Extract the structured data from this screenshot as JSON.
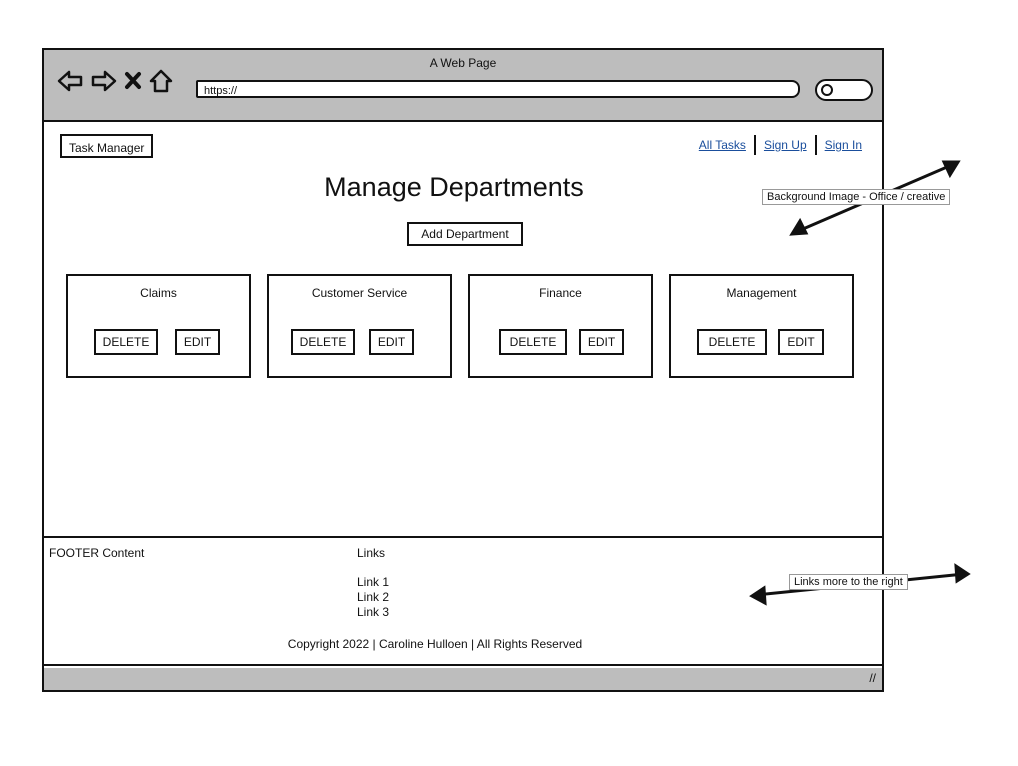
{
  "browser": {
    "title": "A Web Page",
    "url": "https://",
    "nav_icons": [
      "back-arrow-icon",
      "forward-arrow-icon",
      "stop-icon",
      "home-icon"
    ],
    "search_icon": "search-icon"
  },
  "header": {
    "brand": "Task Manager",
    "links": [
      "All Tasks",
      "Sign Up",
      "Sign In"
    ]
  },
  "main": {
    "title": "Manage Departments",
    "add_button": "Add Department",
    "departments": [
      {
        "name": "Claims",
        "delete": "DELETE",
        "edit": "EDIT"
      },
      {
        "name": "Customer Service",
        "delete": "DELETE",
        "edit": "EDIT"
      },
      {
        "name": "Finance",
        "delete": "DELETE",
        "edit": "EDIT"
      },
      {
        "name": "Management",
        "delete": "DELETE",
        "edit": "EDIT"
      }
    ]
  },
  "footer": {
    "content": "FOOTER Content",
    "links_heading": "Links",
    "links": [
      "Link 1",
      "Link 2",
      "Link 3"
    ],
    "copyright": "Copyright 2022 | Caroline Hulloen | All Rights Reserved"
  },
  "annotations": {
    "background_note": "Background Image - Office / creative",
    "links_note": "Links more to the right"
  }
}
